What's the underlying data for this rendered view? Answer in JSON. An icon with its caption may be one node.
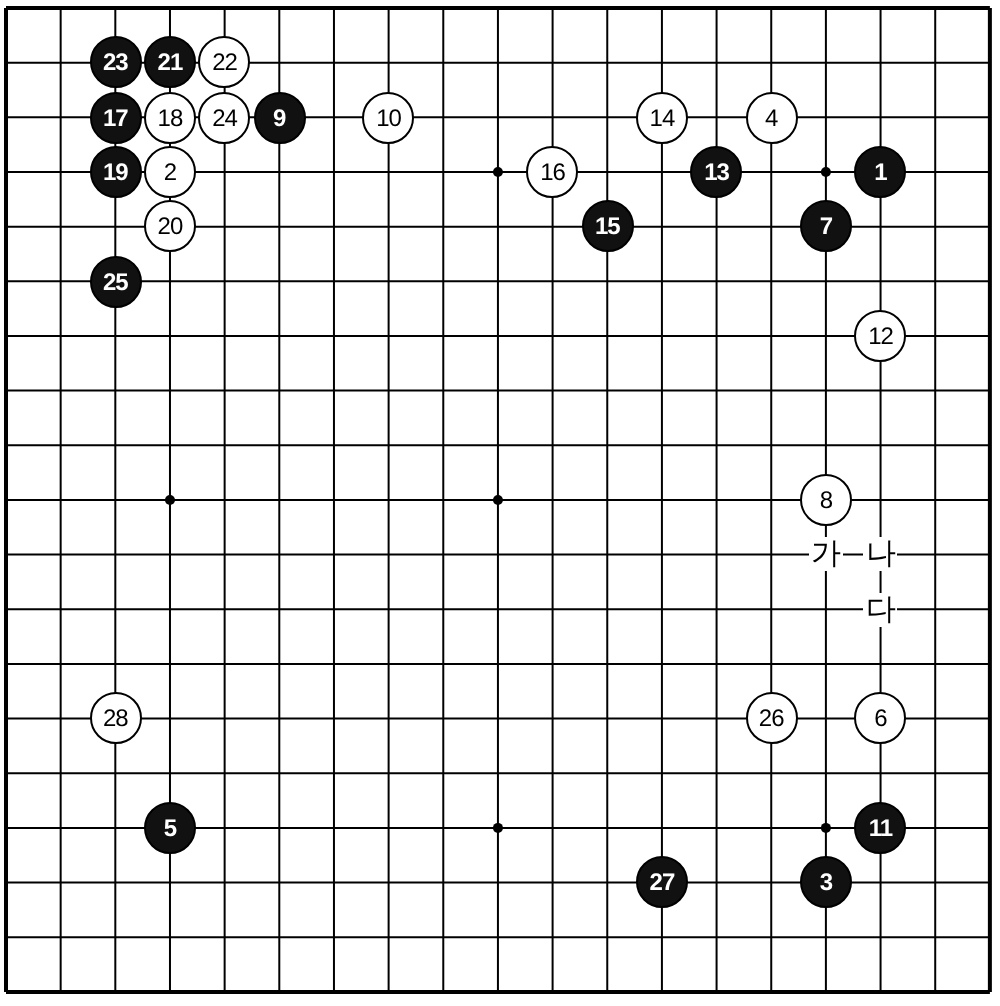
{
  "diagram": {
    "nodes": [
      {
        "text": [
          "23"
        ]
      },
      {
        "text": [
          "21"
        ]
      },
      {
        "text": [
          "22"
        ]
      },
      {
        "text": [
          "17"
        ]
      },
      {
        "text": [
          "18"
        ]
      },
      {
        "text": [
          "24"
        ]
      },
      {
        "text": [
          "9"
        ]
      },
      {
        "text": [
          "10"
        ]
      },
      {
        "text": [
          "14"
        ]
      },
      {
        "text": [
          "4"
        ]
      },
      {
        "text": [
          "19"
        ]
      },
      {
        "text": [
          "2"
        ]
      },
      {
        "text": [
          "16"
        ]
      },
      {
        "text": [
          "13"
        ]
      },
      {
        "text": [
          "1"
        ]
      },
      {
        "text": [
          "20"
        ]
      },
      {
        "text": [
          "15"
        ]
      },
      {
        "text": [
          "7"
        ]
      },
      {
        "text": [
          "25"
        ]
      },
      {
        "text": [
          "12"
        ]
      },
      {
        "text": [
          "8"
        ]
      },
      {
        "text": [
          "28"
        ]
      },
      {
        "text": [
          "26"
        ]
      },
      {
        "text": [
          "6"
        ]
      },
      {
        "text": [
          "5"
        ]
      },
      {
        "text": [
          "11"
        ]
      },
      {
        "text": [
          "27"
        ]
      },
      {
        "text": [
          "3"
        ]
      }
    ],
    "labels": [
      "가",
      "나",
      "다"
    ]
  }
}
